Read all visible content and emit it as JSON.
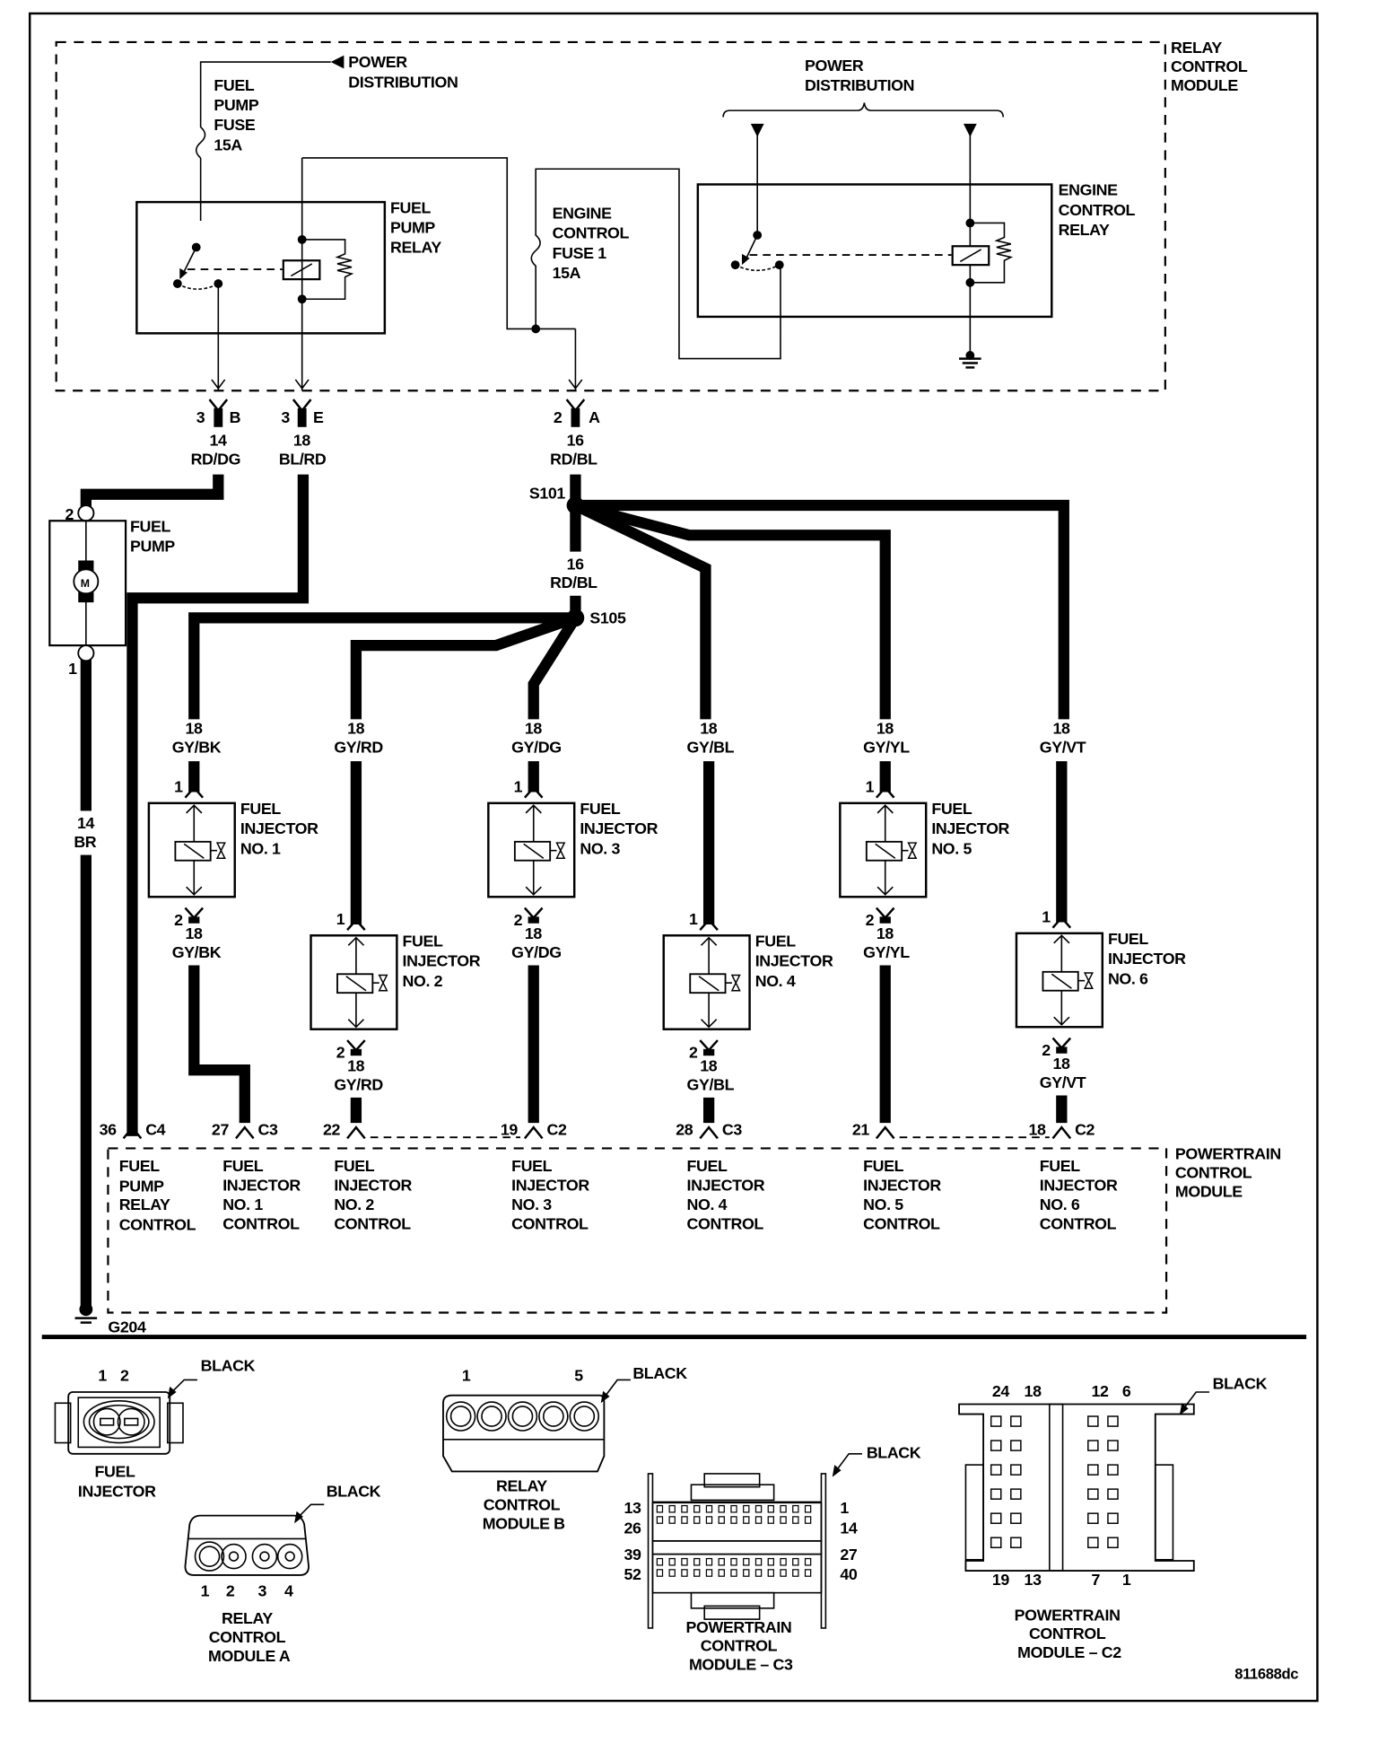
{
  "diagram": {
    "figure_id": "811688dc",
    "relay_control_module": {
      "label": [
        "RELAY",
        "CONTROL",
        "MODULE"
      ],
      "power_distribution_left": [
        "POWER",
        "DISTRIBUTION"
      ],
      "power_distribution_right": [
        "POWER",
        "DISTRIBUTION"
      ],
      "fuel_pump_fuse": [
        "FUEL",
        "PUMP",
        "FUSE",
        "15A"
      ],
      "fuel_pump_relay": [
        "FUEL",
        "PUMP",
        "RELAY"
      ],
      "engine_control_fuse": [
        "ENGINE",
        "CONTROL",
        "FUSE 1",
        "15A"
      ],
      "engine_control_relay": [
        "ENGINE",
        "CONTROL",
        "RELAY"
      ]
    },
    "rcm_connectors": [
      {
        "pin": "3",
        "connector": "B",
        "gauge": "14",
        "color": "RD/DG"
      },
      {
        "pin": "3",
        "connector": "E",
        "gauge": "18",
        "color": "BL/RD"
      },
      {
        "pin": "2",
        "connector": "A",
        "gauge": "16",
        "color": "RD/BL"
      }
    ],
    "splices": {
      "s101": "S101",
      "s105": "S105",
      "s101_to_s105_gauge": "16",
      "s101_to_s105_color": "RD/BL"
    },
    "fuel_pump": {
      "label": [
        "FUEL",
        "PUMP"
      ],
      "motor": "M",
      "pin_top": "2",
      "pin_bottom": "1",
      "ground_gauge": "14",
      "ground_color": "BR",
      "ground": "G204"
    },
    "injectors": [
      {
        "label": [
          "FUEL",
          "INJECTOR",
          "NO. 1"
        ],
        "pin1": "1",
        "pin2": "2",
        "feed_gauge": "18",
        "feed_color": "GY/BK",
        "ctrl_gauge": "18",
        "ctrl_color": "GY/BK",
        "pcm_pin": "27",
        "pcm_conn": "C3",
        "pcm_label": [
          "FUEL",
          "INJECTOR",
          "NO. 1",
          "CONTROL"
        ]
      },
      {
        "label": [
          "FUEL",
          "INJECTOR",
          "NO. 2"
        ],
        "pin1": "1",
        "pin2": "2",
        "feed_gauge": "18",
        "feed_color": "GY/RD",
        "ctrl_gauge": "18",
        "ctrl_color": "GY/RD",
        "pcm_pin": "22",
        "pcm_conn": "",
        "pcm_label": [
          "FUEL",
          "INJECTOR",
          "NO. 2",
          "CONTROL"
        ]
      },
      {
        "label": [
          "FUEL",
          "INJECTOR",
          "NO. 3"
        ],
        "pin1": "1",
        "pin2": "2",
        "feed_gauge": "18",
        "feed_color": "GY/DG",
        "ctrl_gauge": "18",
        "ctrl_color": "GY/DG",
        "pcm_pin": "19",
        "pcm_conn": "C2",
        "pcm_label": [
          "FUEL",
          "INJECTOR",
          "NO. 3",
          "CONTROL"
        ]
      },
      {
        "label": [
          "FUEL",
          "INJECTOR",
          "NO. 4"
        ],
        "pin1": "1",
        "pin2": "2",
        "feed_gauge": "18",
        "feed_color": "GY/BL",
        "ctrl_gauge": "18",
        "ctrl_color": "GY/BL",
        "pcm_pin": "28",
        "pcm_conn": "C3",
        "pcm_label": [
          "FUEL",
          "INJECTOR",
          "NO. 4",
          "CONTROL"
        ]
      },
      {
        "label": [
          "FUEL",
          "INJECTOR",
          "NO. 5"
        ],
        "pin1": "1",
        "pin2": "2",
        "feed_gauge": "18",
        "feed_color": "GY/YL",
        "ctrl_gauge": "18",
        "ctrl_color": "GY/YL",
        "pcm_pin": "21",
        "pcm_conn": "",
        "pcm_label": [
          "FUEL",
          "INJECTOR",
          "NO. 5",
          "CONTROL"
        ]
      },
      {
        "label": [
          "FUEL",
          "INJECTOR",
          "NO. 6"
        ],
        "pin1": "1",
        "pin2": "2",
        "feed_gauge": "18",
        "feed_color": "GY/VT",
        "ctrl_gauge": "18",
        "ctrl_color": "GY/VT",
        "pcm_pin": "18",
        "pcm_conn": "C2",
        "pcm_label": [
          "FUEL",
          "INJECTOR",
          "NO. 6",
          "CONTROL"
        ]
      }
    ],
    "pcm": {
      "label": [
        "POWERTRAIN",
        "CONTROL",
        "MODULE"
      ],
      "pump_pin": "36",
      "pump_conn": "C4",
      "pump_label": [
        "FUEL",
        "PUMP",
        "RELAY",
        "CONTROL"
      ]
    },
    "connector_views": {
      "fuel_injector": {
        "title": [
          "FUEL",
          "INJECTOR"
        ],
        "color": "BLACK",
        "pins": [
          "1",
          "2"
        ]
      },
      "rcm_a": {
        "title": [
          "RELAY",
          "CONTROL",
          "MODULE A"
        ],
        "color": "BLACK",
        "pins": [
          "1",
          "2",
          "3",
          "4"
        ]
      },
      "rcm_b": {
        "title": [
          "RELAY",
          "CONTROL",
          "MODULE B"
        ],
        "color": "BLACK",
        "pins": [
          "1",
          "5"
        ]
      },
      "pcm_c3": {
        "title": [
          "POWERTRAIN",
          "CONTROL",
          "MODULE – C3"
        ],
        "color": "BLACK",
        "pins_left": [
          "13",
          "26",
          "39",
          "52"
        ],
        "pins_right": [
          "1",
          "14",
          "27",
          "40"
        ]
      },
      "pcm_c2": {
        "title": [
          "POWERTRAIN",
          "CONTROL",
          "MODULE – C2"
        ],
        "color": "BLACK",
        "pins_top": [
          "24",
          "18",
          "12",
          "6"
        ],
        "pins_bottom": [
          "19",
          "13",
          "7",
          "1"
        ]
      }
    }
  }
}
